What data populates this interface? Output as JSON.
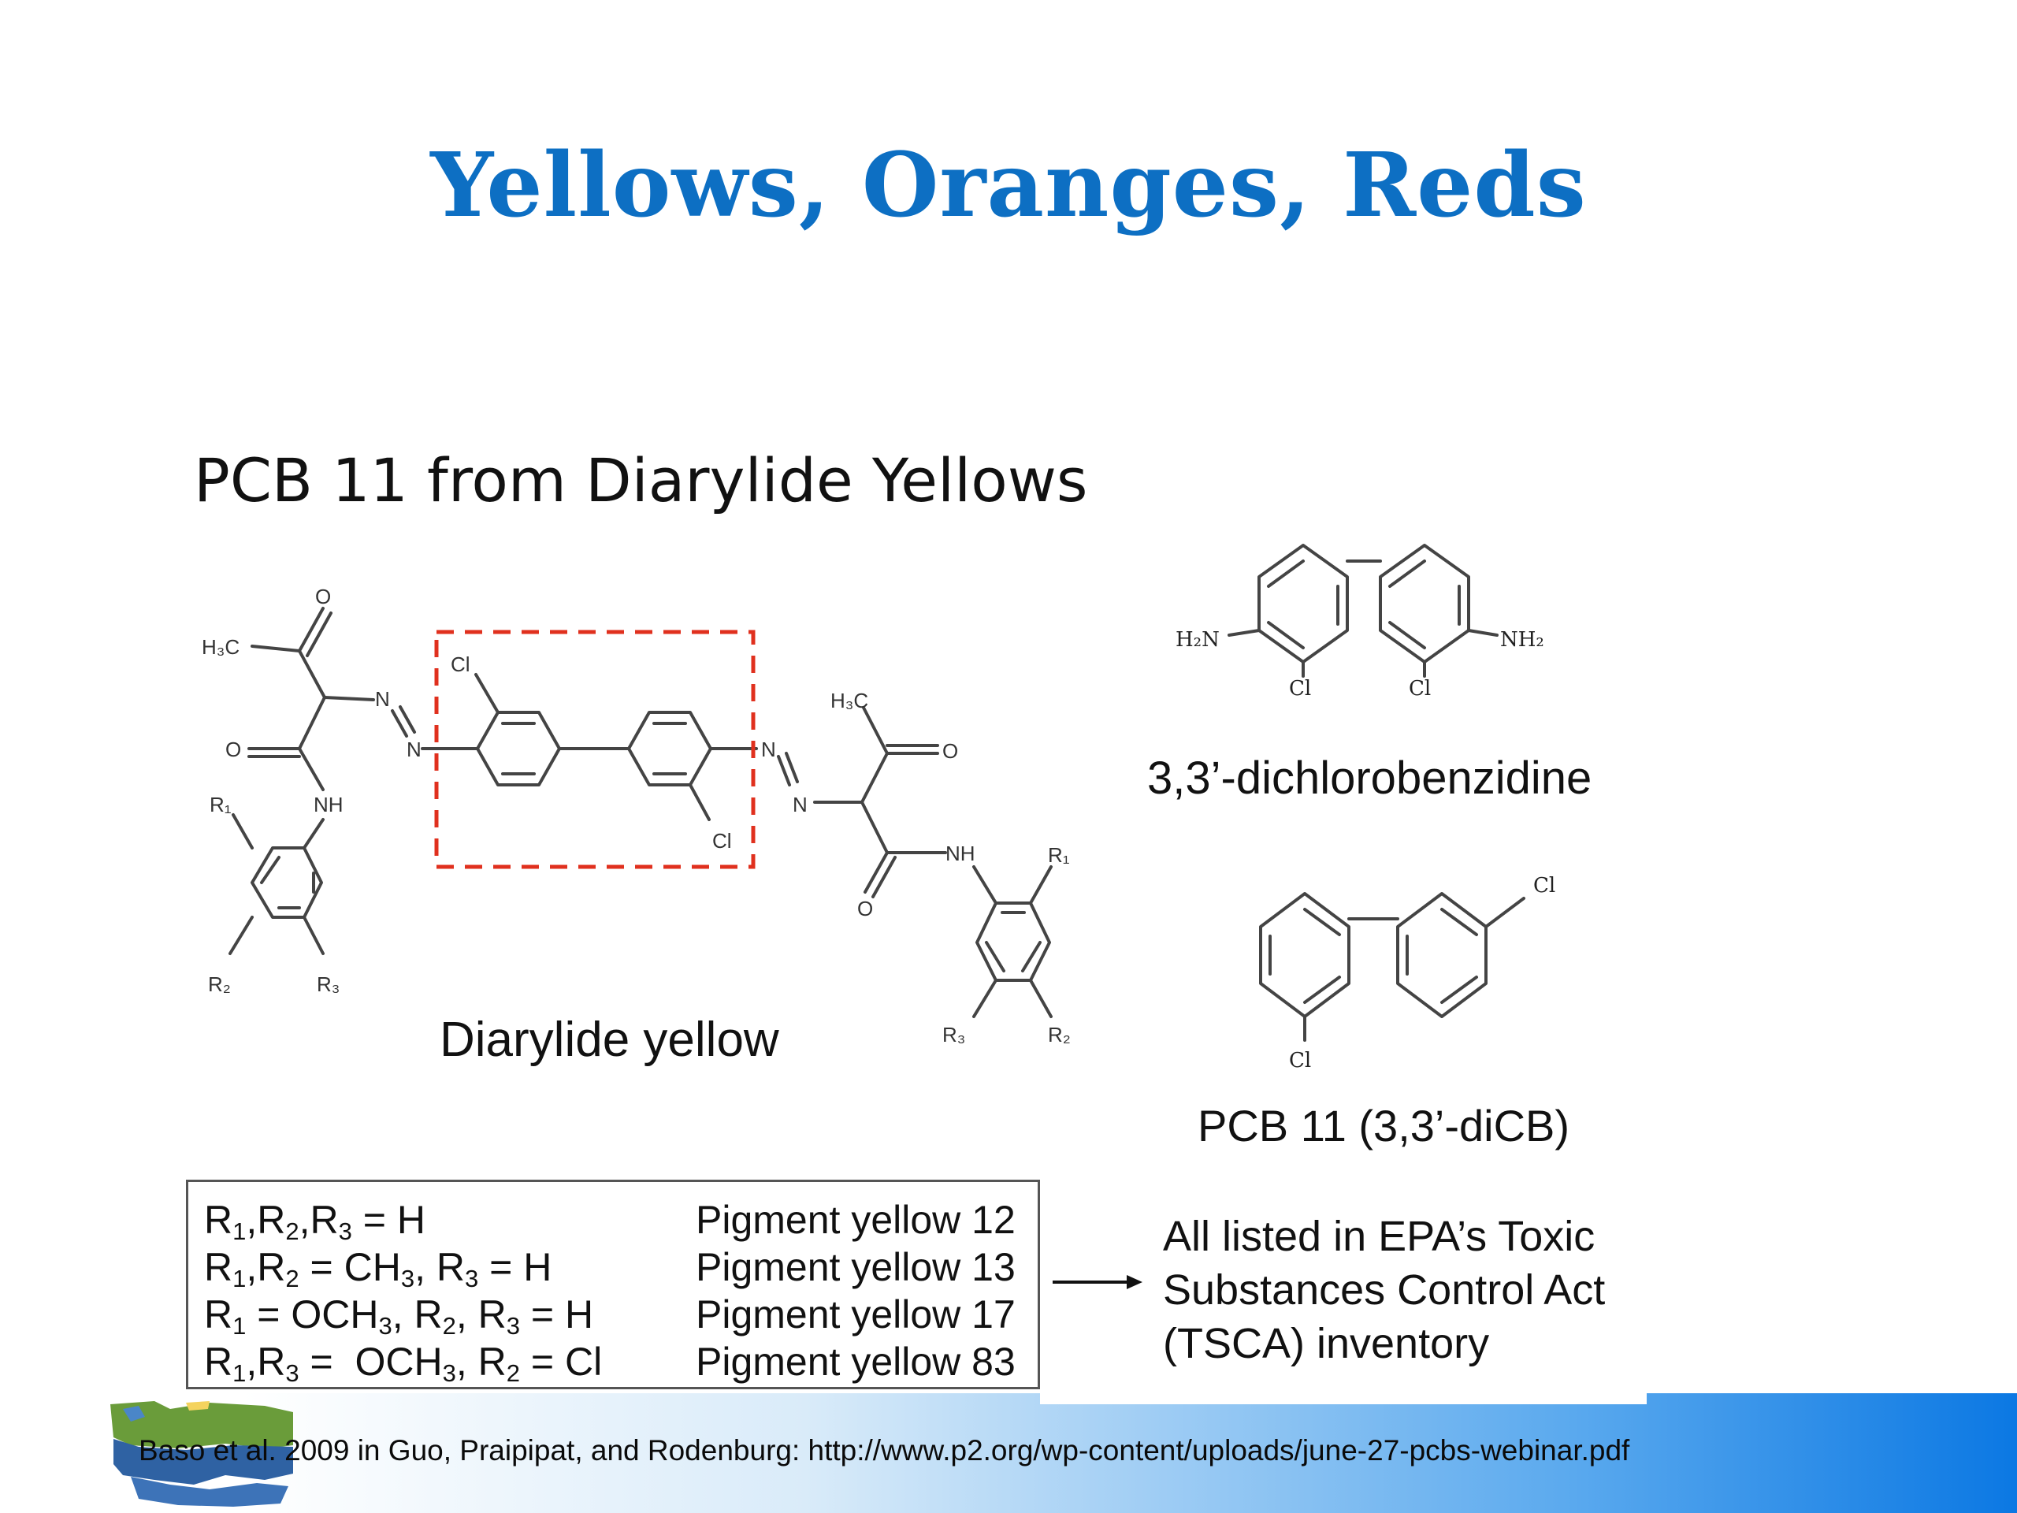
{
  "slide": {
    "title": "Yellows, Oranges, Reds"
  },
  "figure": {
    "title": "PCB 11 from Diarylide Yellows",
    "diarylide_label": "Diarylide yellow",
    "dcb_label": "3,3’-dichlorobenzidine",
    "pcb_label": "PCB 11 (3,3’-diCB)",
    "atoms": {
      "o": "O",
      "h3c": "H₃C",
      "n": "N",
      "nh": "NH",
      "cl": "Cl",
      "r1": "R₁",
      "r2": "R₂",
      "r3": "R₃",
      "h2n": "H₂N",
      "nh2": "NH₂",
      "cl_serif": "Cl"
    },
    "highlight_color": "#e0301e"
  },
  "table": {
    "rows": [
      {
        "substituents": "R1,R2,R3 = H",
        "pigment": "Pigment yellow 12"
      },
      {
        "substituents": "R1,R2 = CH3, R3 = H",
        "pigment": "Pigment yellow 13"
      },
      {
        "substituents": "R1 = OCH3, R2, R3 = H",
        "pigment": "Pigment yellow 17"
      },
      {
        "substituents": "R1,R3 =  OCH3, R2 = Cl",
        "pigment": "Pigment yellow 83"
      }
    ]
  },
  "tsca": {
    "line1": "All listed in EPA’s Toxic",
    "line2": "Substances Control Act",
    "line3": "(TSCA) inventory"
  },
  "footer": {
    "citation_author": "Baso et al.",
    "citation_rest": " 2009 in Guo, Praipipat, and Rodenburg: http://www.p2.org/wp-content/uploads/june-27-pcbs-webinar.pdf"
  },
  "colors": {
    "title": "#0d6fc3",
    "footer_accent": "#0b78e3"
  }
}
